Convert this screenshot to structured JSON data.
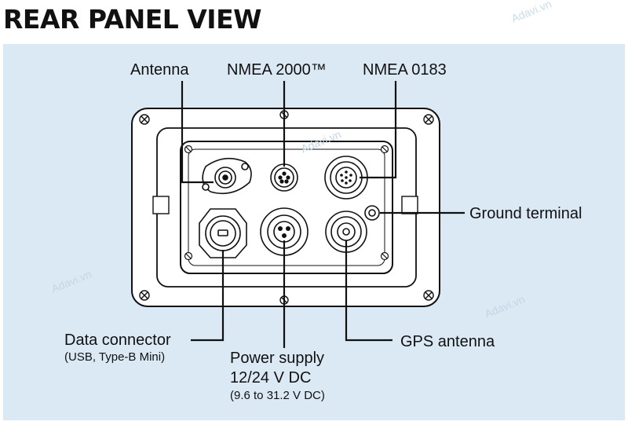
{
  "title": "REAR PANEL VIEW",
  "watermark": "Adavi.vn",
  "labels": {
    "antenna": "Antenna",
    "nmea2000": "NMEA 2000™",
    "nmea0183": "NMEA 0183",
    "ground_terminal": "Ground terminal",
    "data_connector": "Data connector",
    "data_connector_sub": "(USB, Type-B Mini)",
    "power_supply": "Power supply",
    "power_supply_voltage": "12/24 V DC",
    "power_supply_range": "(9.6 to 31.2 V DC)",
    "gps_antenna": "GPS antenna"
  },
  "colors": {
    "background_box": "#dbe9f5",
    "panel_fill": "#ffffff",
    "line": "#111111"
  }
}
